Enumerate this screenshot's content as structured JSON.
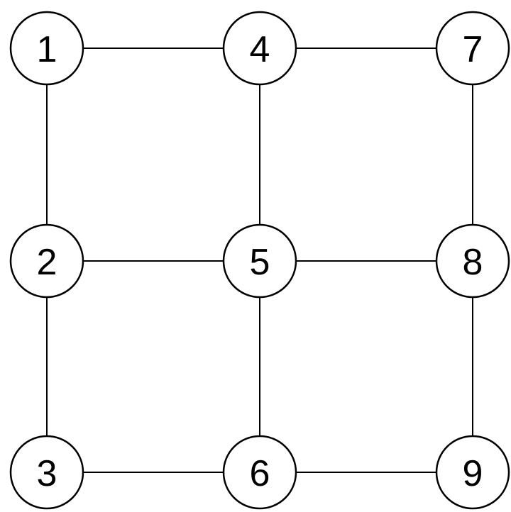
{
  "nodes": [
    {
      "id": "1",
      "label": "1"
    },
    {
      "id": "2",
      "label": "2"
    },
    {
      "id": "3",
      "label": "3"
    },
    {
      "id": "4",
      "label": "4"
    },
    {
      "id": "5",
      "label": "5"
    },
    {
      "id": "6",
      "label": "6"
    },
    {
      "id": "7",
      "label": "7"
    },
    {
      "id": "8",
      "label": "8"
    },
    {
      "id": "9",
      "label": "9"
    }
  ],
  "edges": [
    [
      "1",
      "4"
    ],
    [
      "4",
      "7"
    ],
    [
      "2",
      "5"
    ],
    [
      "5",
      "8"
    ],
    [
      "3",
      "6"
    ],
    [
      "6",
      "9"
    ],
    [
      "1",
      "2"
    ],
    [
      "2",
      "3"
    ],
    [
      "4",
      "5"
    ],
    [
      "5",
      "6"
    ],
    [
      "7",
      "8"
    ],
    [
      "8",
      "9"
    ]
  ],
  "colors": {
    "stroke": "#000000",
    "node_fill": "#ffffff",
    "background": "#ffffff"
  }
}
